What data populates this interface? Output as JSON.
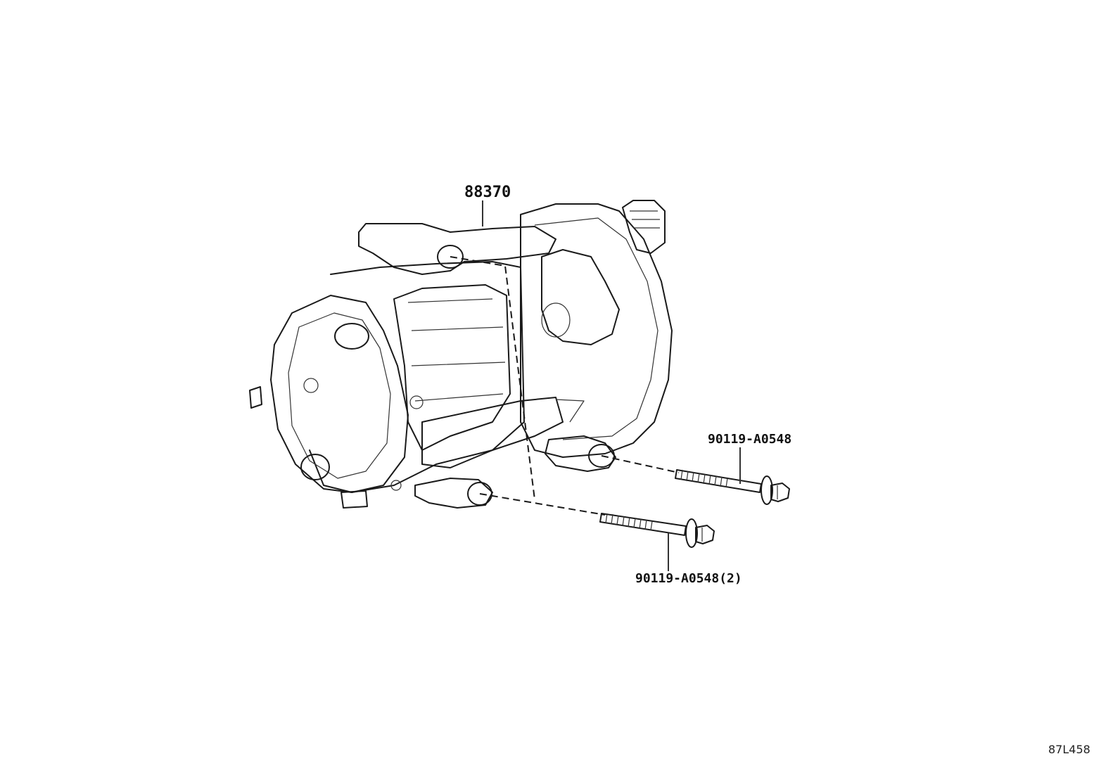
{
  "labels": {
    "compressor": "88370",
    "bolt_upper": "90119-A0548",
    "bolt_lower": "90119-A0548(2)",
    "diagram_code": "87L458"
  }
}
